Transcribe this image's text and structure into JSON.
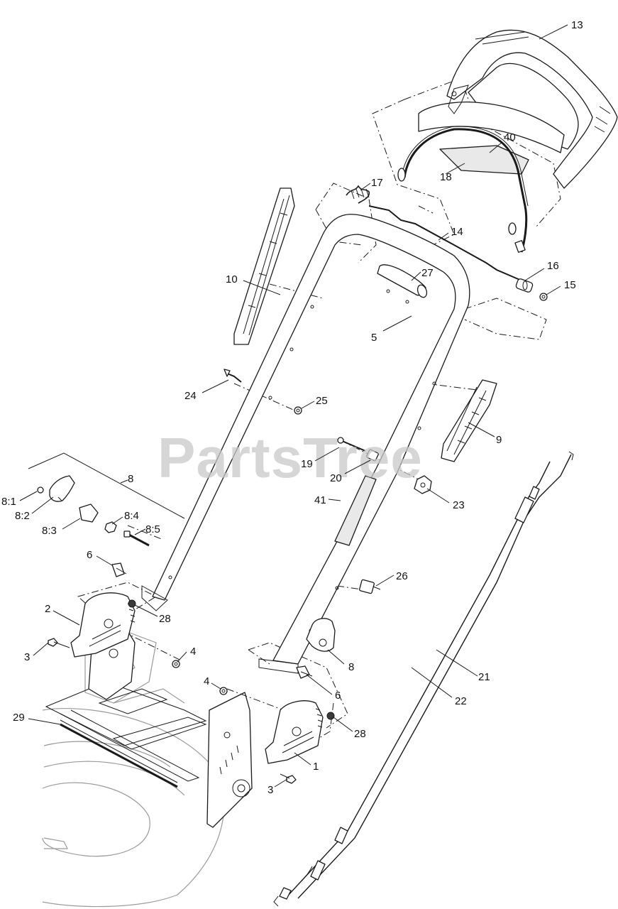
{
  "watermark": "PartsTree",
  "callouts": {
    "c1": "1",
    "c2": "2",
    "c3a": "3",
    "c3b": "3",
    "c4a": "4",
    "c4b": "4",
    "c5": "5",
    "c6a": "6",
    "c6b": "6",
    "c8a": "8",
    "c8b": "8",
    "c8_1": "8:1",
    "c8_2": "8:2",
    "c8_3": "8:3",
    "c8_4": "8:4",
    "c8_5": "8:5",
    "c9": "9",
    "c10": "10",
    "c13": "13",
    "c14": "14",
    "c15": "15",
    "c16": "16",
    "c17": "17",
    "c18": "18",
    "c19": "19",
    "c20": "20",
    "c21": "21",
    "c22": "22",
    "c23": "23",
    "c24": "24",
    "c25": "25",
    "c26": "26",
    "c27": "27",
    "c28a": "28",
    "c28b": "28",
    "c29": "29",
    "c40": "40",
    "c41": "41"
  }
}
